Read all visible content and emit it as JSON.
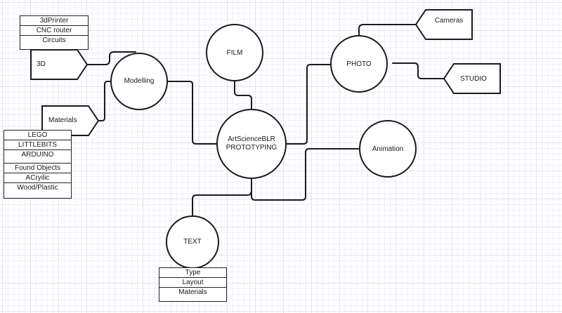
{
  "diagram": {
    "center_node": {
      "line1": "ArtScienceBLR",
      "line2": "PROTOTYPING"
    },
    "nodes": {
      "modelling": "Modelling",
      "film": "FILM",
      "photo": "PHOTO",
      "animation": "Animation",
      "text": "TEXT"
    },
    "tags": {
      "three_d": "3D",
      "materials": "Materials",
      "cameras": "Cameras",
      "studio": "STUDIO"
    },
    "lists": {
      "three_d_tools": [
        "3dPrinter",
        "CNC router",
        "Circuits"
      ],
      "materials_items": [
        "LEGO",
        "LITTLEBITS",
        "ARDUINO",
        "Found Objects",
        "ACryilic",
        "Wood/Plastic"
      ],
      "text_items": [
        "Type",
        "Layout",
        "Materials"
      ]
    }
  },
  "colors": {
    "stroke": "#1a1a1a",
    "fill": "#ffffff",
    "grid_major": "#e4e2f7",
    "grid_minor": "#f0effb"
  }
}
